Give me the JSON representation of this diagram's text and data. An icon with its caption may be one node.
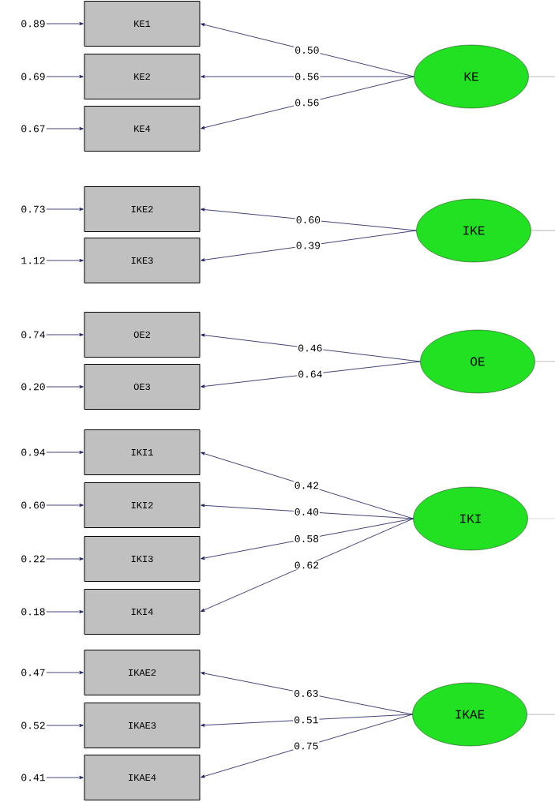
{
  "diagram": {
    "nodes": [
      {
        "text": [
          "0.89"
        ]
      },
      {
        "text": [
          "KE1"
        ]
      },
      {
        "text": [
          "0.69"
        ]
      },
      {
        "text": [
          "KE2"
        ]
      },
      {
        "text": [
          "0.67"
        ]
      },
      {
        "text": [
          "KE4"
        ]
      },
      {
        "text": [
          "0.73"
        ]
      },
      {
        "text": [
          "IKE2"
        ]
      },
      {
        "text": [
          "1.12"
        ]
      },
      {
        "text": [
          "IKE3"
        ]
      },
      {
        "text": [
          "0.74"
        ]
      },
      {
        "text": [
          "OE2"
        ]
      },
      {
        "text": [
          "0.20"
        ]
      },
      {
        "text": [
          "OE3"
        ]
      },
      {
        "text": [
          "0.94"
        ]
      },
      {
        "text": [
          "IKI1"
        ]
      },
      {
        "text": [
          "0.60"
        ]
      },
      {
        "text": [
          "IKI2"
        ]
      },
      {
        "text": [
          "0.22"
        ]
      },
      {
        "text": [
          "IKI3"
        ]
      },
      {
        "text": [
          "0.18"
        ]
      },
      {
        "text": [
          "IKI4"
        ]
      },
      {
        "text": [
          "0.47"
        ]
      },
      {
        "text": [
          "IKAE2"
        ]
      },
      {
        "text": [
          "0.52"
        ]
      },
      {
        "text": [
          "IKAE3"
        ]
      },
      {
        "text": [
          "0.41"
        ]
      },
      {
        "text": [
          "IKAE4"
        ]
      },
      {
        "text": [
          "KE"
        ]
      },
      {
        "text": [
          "IKE"
        ]
      },
      {
        "text": [
          "OE"
        ]
      },
      {
        "text": [
          "IKI"
        ]
      },
      {
        "text": [
          "IKAE"
        ]
      }
    ],
    "edges": [
      {
        "from": 0,
        "to": 1,
        "arrow": "to"
      },
      {
        "from": 2,
        "to": 3,
        "arrow": "to"
      },
      {
        "from": 4,
        "to": 5,
        "arrow": "to"
      },
      {
        "from": 6,
        "to": 7,
        "arrow": "to"
      },
      {
        "from": 8,
        "to": 9,
        "arrow": "to"
      },
      {
        "from": 10,
        "to": 11,
        "arrow": "to"
      },
      {
        "from": 12,
        "to": 13,
        "arrow": "to"
      },
      {
        "from": 14,
        "to": 15,
        "arrow": "to"
      },
      {
        "from": 16,
        "to": 17,
        "arrow": "to"
      },
      {
        "from": 18,
        "to": 19,
        "arrow": "to"
      },
      {
        "from": 20,
        "to": 21,
        "arrow": "to"
      },
      {
        "from": 22,
        "to": 23,
        "arrow": "to"
      },
      {
        "from": 24,
        "to": 25,
        "arrow": "to"
      },
      {
        "from": 26,
        "to": 27,
        "arrow": "to"
      },
      {
        "from": 28,
        "to": 1,
        "arrow": "to",
        "label": "0.50"
      },
      {
        "from": 28,
        "to": 3,
        "arrow": "to",
        "label": "0.56"
      },
      {
        "from": 28,
        "to": 5,
        "arrow": "to",
        "label": "0.56"
      },
      {
        "from": 29,
        "to": 7,
        "arrow": "to",
        "label": "0.60"
      },
      {
        "from": 29,
        "to": 9,
        "arrow": "to",
        "label": "0.39"
      },
      {
        "from": 30,
        "to": 11,
        "arrow": "to",
        "label": "0.46"
      },
      {
        "from": 30,
        "to": 13,
        "arrow": "to",
        "label": "0.64"
      },
      {
        "from": 31,
        "to": 15,
        "arrow": "to",
        "label": "0.42"
      },
      {
        "from": 31,
        "to": 17,
        "arrow": "to",
        "label": "0.40"
      },
      {
        "from": 31,
        "to": 19,
        "arrow": "to",
        "label": "0.58"
      },
      {
        "from": 31,
        "to": 21,
        "arrow": "to",
        "label": "0.62"
      },
      {
        "from": 32,
        "to": 23,
        "arrow": "to",
        "label": "0.63"
      },
      {
        "from": 32,
        "to": 25,
        "arrow": "to",
        "label": "0.51"
      },
      {
        "from": 32,
        "to": 27,
        "arrow": "to",
        "label": "0.75"
      },
      {
        "from": 28,
        "to": null,
        "arrow": "none",
        "color": "#a0a0a0"
      },
      {
        "from": 29,
        "to": null,
        "arrow": "none",
        "color": "#a0a0a0"
      },
      {
        "from": 30,
        "to": null,
        "arrow": "none",
        "color": "#a0a0a0"
      },
      {
        "from": 31,
        "to": null,
        "arrow": "none",
        "color": "#a0a0a0"
      },
      {
        "from": 32,
        "to": null,
        "arrow": "none",
        "color": "#a0a0a0"
      }
    ]
  }
}
